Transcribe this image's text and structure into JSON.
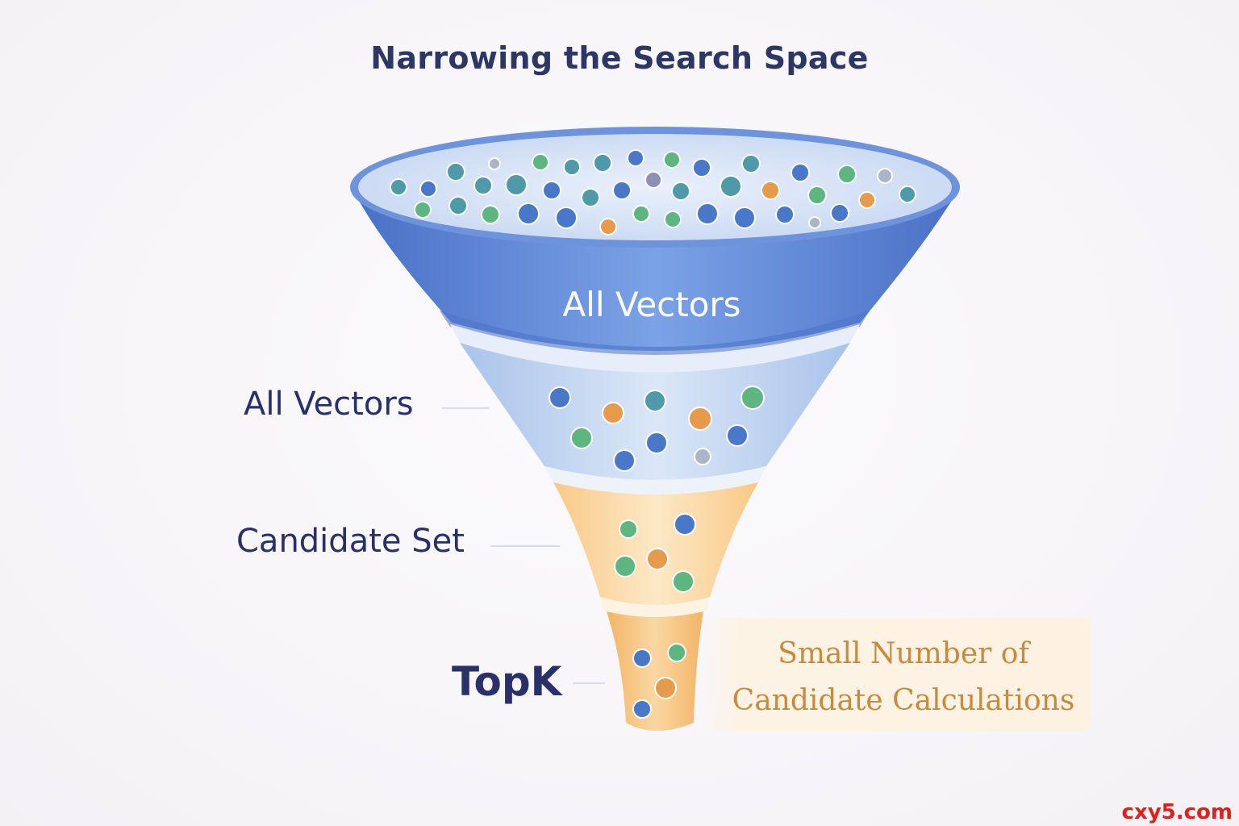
{
  "title": "Narrowing the Search Space",
  "funnel": {
    "top_band_label": "All Vectors",
    "stages": [
      {
        "label": "All Vectors"
      },
      {
        "label": "Candidate Set"
      },
      {
        "label": "TopK"
      }
    ]
  },
  "callout": {
    "line1": "Small Number of",
    "line2": "Candidate Calculations"
  },
  "watermark": "cxy5.com",
  "colors": {
    "blue": "#4a78c9",
    "teal": "#4e9aa8",
    "green": "#5db680",
    "orange": "#e59b4b",
    "purple": "#8e8fb5",
    "gray": "#aab5c8",
    "funnel_top": "#5d86d8",
    "funnel_mid": "#c9dbf1",
    "funnel_low": "#fbd9a4",
    "funnel_tip": "#f6c67e"
  }
}
